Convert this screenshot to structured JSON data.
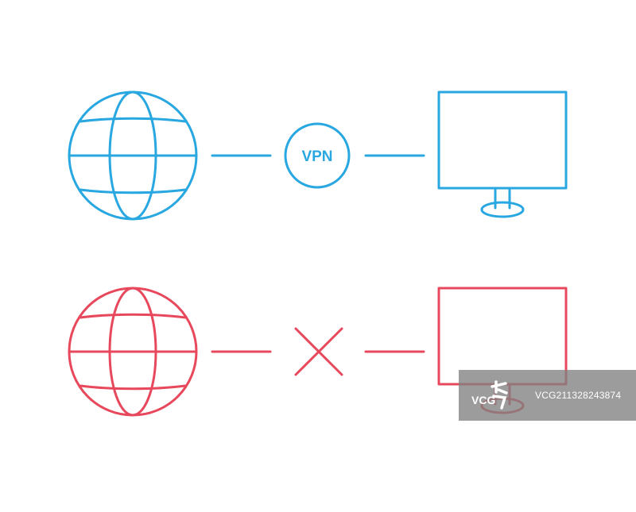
{
  "colors": {
    "background": "#ffffff",
    "vpn_row": "#29A7E1",
    "no_vpn_row": "#E8485C",
    "watermark_bg": "#808080",
    "watermark_text": "#ffffff"
  },
  "rows": [
    {
      "status": "connected",
      "left_icon": "globe-icon",
      "middle_icon": "vpn-badge-icon",
      "middle_label": "VPN",
      "right_icon": "monitor-icon"
    },
    {
      "status": "blocked",
      "left_icon": "globe-icon",
      "middle_icon": "cross-icon",
      "right_icon": "monitor-icon"
    }
  ],
  "watermark": {
    "logo_text": "VCG",
    "id_text": "VCG211328243874"
  }
}
